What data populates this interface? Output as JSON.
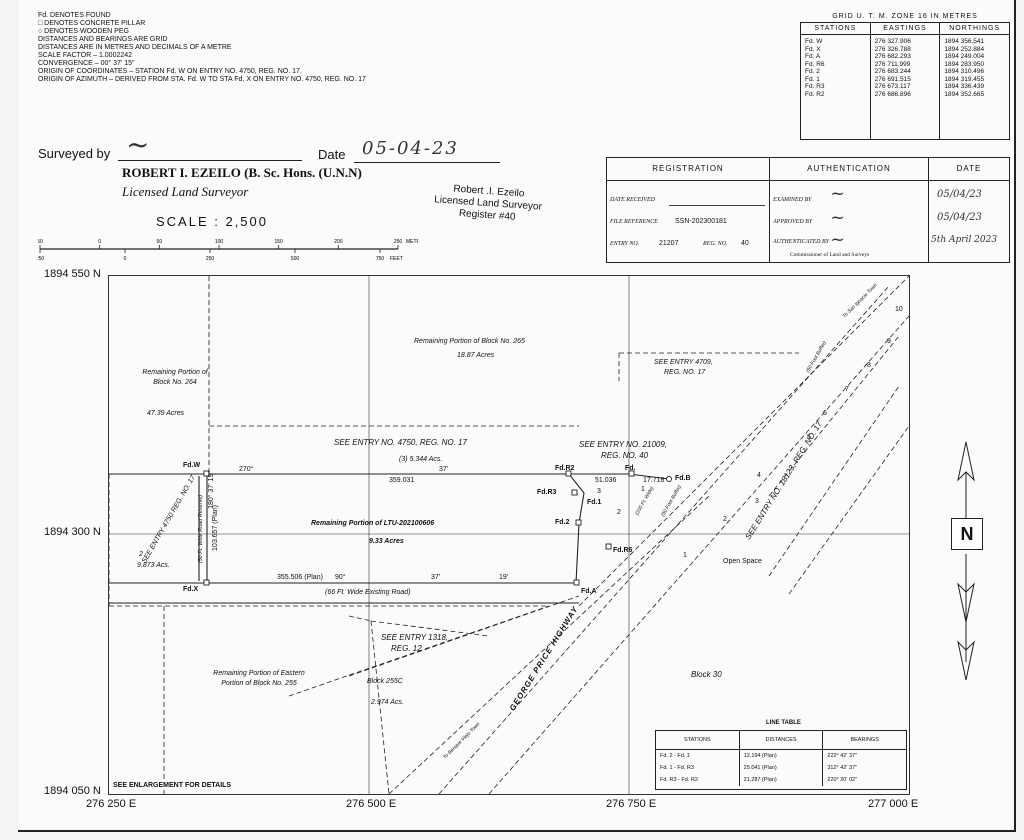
{
  "legend": [
    "Fd.   DENOTES FOUND",
    "□   DENOTES CONCRETE PILLAR",
    "○   DENOTES WOODEN PEG",
    "DISTANCES AND BEARINGS ARE GRID",
    "DISTANCES ARE IN METRES AND DECIMALS OF A METRE",
    "SCALE FACTOR – 1.0002242",
    "CONVERGENCE – 00° 37' 15\"",
    "ORIGIN OF COORDINATES – STATION Fd. W ON ENTRY NO. 4750, REG. NO. 17.",
    "ORIGIN OF AZIMUTH –  DERIVED FROM STA. Fd. W TO STA Fd. X ON ENTRY NO. 4750, REG.  NO. 17"
  ],
  "grid_table": {
    "title": "GRID U. T. M. ZONE 16 IN METRES",
    "headers": [
      "STATIONS",
      "EASTINGS",
      "NORTHINGS"
    ],
    "stations": [
      "Fd. W",
      "Fd. X",
      "Fd. A",
      "Fd. R6",
      "Fd. 2",
      "Fd. 1",
      "Fd. R3",
      "Fd. R2"
    ],
    "eastings": [
      "276 327.906",
      "276 326.788",
      "276 682.293",
      "276 711.999",
      "276 683.244",
      "276 691.515",
      "276 673.117",
      "276 686.896"
    ],
    "northings": [
      "1894 356.541",
      "1894 252.884",
      "1894 249.004",
      "1894 283.950",
      "1894 310.496",
      "1894 319.455",
      "1894 336.439",
      "1894 352.665"
    ]
  },
  "surveyor": {
    "surveyed_by_label": "Surveyed by",
    "date_label": "Date",
    "date_value": "05-04-23",
    "name": "ROBERT I. EZEILO (B. Sc. Hons. (U.N.N)",
    "title": "Licensed Land Surveyor",
    "stamp_lines": [
      "Robert .I. Ezeilo",
      "Licensed Land Surveyor",
      "Register #40"
    ]
  },
  "scale": {
    "label": "SCALE : 2,500",
    "metre_ticks": [
      "50",
      "0",
      "50",
      "100",
      "150",
      "200",
      "250"
    ],
    "metres_label": "METRES",
    "feet_ticks": [
      "250",
      "0",
      "250",
      "500",
      "750"
    ],
    "feet_label": "FEET"
  },
  "registration": {
    "headers": [
      "REGISTRATION",
      "AUTHENTICATION",
      "DATE"
    ],
    "date_received_label": "DATE RECEIVED",
    "file_reference_label": "FILE REFERENCE",
    "file_reference": "SSN-202300181",
    "entry_no_label": "ENTRY NO.",
    "entry_no": "21207",
    "reg_no_label": "REG. NO.",
    "reg_no": "40",
    "examined_label": "EXAMINED BY",
    "approved_label": "APPROVED BY",
    "authenticated_label": "AUTHENTICATED BY",
    "commissioner": "Commissioner of Land and Surveys",
    "dates": [
      "05/04/23",
      "05/04/23",
      "5th April 2023"
    ]
  },
  "coords": {
    "northings": [
      "1894 550 N",
      "1894 300 N",
      "1894 050 N"
    ],
    "eastings": [
      "276 250 E",
      "276 500 E",
      "276 750 E",
      "277 000 E"
    ]
  },
  "map_labels": {
    "block265": "Remaining Portion of Block No. 265",
    "block265_area": "18.87 Acres",
    "block264": "Remaining Portion of Block No. 264",
    "block264_area": "47.39 Acres",
    "entry4709": "SEE  ENTRY  4709,",
    "entry4709_reg": "REG.  NO.  17",
    "entry4750": "SEE  ENTRY  NO. 4750, REG.  NO.  17",
    "entry4750_lot": "(3)  5.344 Acs.",
    "entry21009": "SEE ENTRY NO. 21009,",
    "entry21009_reg": "REG.  NO.  40",
    "ltu": "Remaining Portion of LTU-202100606",
    "ltu_area": "9.33 Acres",
    "entry4750_side": "SEE ENTRY 4750 REG. NO. 17",
    "side_lot": "2",
    "side_area": "9.873 Acs.",
    "road66": "(66 Ft. Wide Existing Road)",
    "road50": "(50 Ft. Wide Road Reserve)",
    "entry1318": "SEE  ENTRY  1318,",
    "entry1318_reg": "REG. 12",
    "block255": "Remaining Portion of Eastern Portion of Block No. 255",
    "block255c": "Block 255C",
    "block255c_area": "2.974 Acs.",
    "highway": "GEORGE PRICE HIGHWAY",
    "block30": "Block 30",
    "open_space": "Open Space",
    "entry18123": "SEE  ENTRY  NO.  18123,  REG.  NO.  17",
    "enlargement": "SEE ENLARGEMENT FOR DETAILS",
    "to_san_ignacio": "To San Ignacio Town",
    "to_benque": "To Benque Viejo Town",
    "wide100": "(100 Ft. Wide)",
    "buffer50a": "(50 Foot Buffer)",
    "buffer50b": "(50 Foot Buffer)",
    "stations": [
      "Fd.W",
      "Fd.X",
      "Fd.R2",
      "Fd.R3",
      "Fd.1",
      "Fd.2",
      "Fd.",
      "Fd.B",
      "Fd.R6",
      "Fd.A"
    ],
    "dims": [
      "270°",
      "37'",
      "359.031",
      "51.036",
      "17.718",
      "355.506 (Plan)",
      "90°",
      "37'",
      "19'",
      "103.657 (Plan)",
      "180° 37' 19\""
    ],
    "lot_numbers": [
      "3",
      "2",
      "1",
      "4",
      "3",
      "2",
      "1",
      "5",
      "6",
      "7",
      "8",
      "9",
      "10"
    ],
    "lot_numbers_top": [
      "1",
      "2",
      "3",
      "4"
    ]
  },
  "line_table": {
    "title": "LINE TABLE",
    "headers": [
      "STATIONS",
      "DISTANCES",
      "BEARINGS"
    ],
    "rows": [
      [
        "Fd. 2 - Fd. 1",
        "12.194 (Plan)",
        "222° 42' 37\""
      ],
      [
        "Fd. 1 - Fd. R3",
        "25.041 (Plan)",
        "312° 42' 37\""
      ],
      [
        "Fd. R3 - Fd. R2",
        "21.287 (Plan)",
        "220° 20' 02\""
      ]
    ]
  },
  "north_label": "N"
}
